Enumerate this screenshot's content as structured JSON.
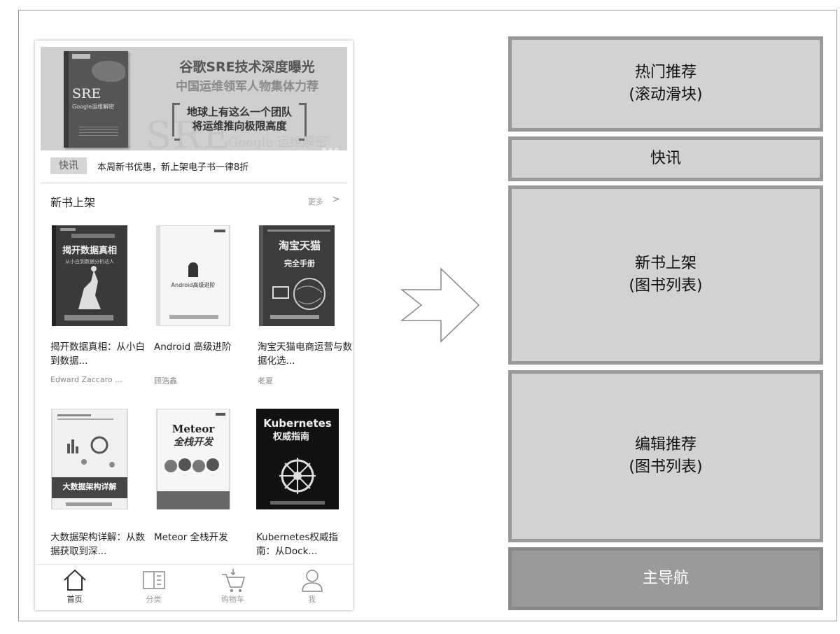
{
  "banner": {
    "title": "谷歌SRE技术深度曝光",
    "subtitle": "中国运维领军人物集体力荐",
    "box_line1": "地球上有这么一个团队",
    "box_line2": "将运维推向极限高度",
    "book_title": "SRE",
    "book_subtitle": "Google运维解密",
    "bg_text": "SRE",
    "bg_text2": "Google 运维解密"
  },
  "news": {
    "tag": "快讯",
    "text": "本周新书优惠，新上架电子书一律8折"
  },
  "section": {
    "title": "新书上架",
    "more": "更多"
  },
  "books": [
    {
      "title": "揭开数据真相：从小白到数据...",
      "author": "Edward Zaccaro ...",
      "cover_text": "揭开数据真相",
      "cover_sub": "从小白到数据分析达人"
    },
    {
      "title": "Android 高级进阶",
      "author": "顾浩鑫",
      "cover_text": "Android高级进阶"
    },
    {
      "title": "淘宝天猫电商运营与数据化选...",
      "author": "老夏",
      "cover_text": "淘宝天猫",
      "cover_sub": "完全手册"
    },
    {
      "title": "大数据架构详解：从数据获取到深...",
      "author": "",
      "cover_text": "大数据架构详解"
    },
    {
      "title": "Meteor 全栈开发",
      "author": "",
      "cover_text": "Meteor",
      "cover_sub": "全栈开发"
    },
    {
      "title": "Kubernetes权威指南：从Dock...",
      "author": "",
      "cover_text": "Kubernetes",
      "cover_sub": "权威指南"
    }
  ],
  "tabs": [
    {
      "label": "首页",
      "icon": "home-icon"
    },
    {
      "label": "分类",
      "icon": "category-icon"
    },
    {
      "label": "购物车",
      "icon": "cart-icon"
    },
    {
      "label": "我",
      "icon": "user-icon"
    }
  ],
  "wireframe": {
    "hot": [
      "热门推荐",
      "(滚动滑块)"
    ],
    "news": [
      "快讯"
    ],
    "new_books": [
      "新书上架",
      "(图书列表)"
    ],
    "editor": [
      "编辑推荐",
      "(图书列表)"
    ],
    "nav": [
      "主导航"
    ]
  }
}
